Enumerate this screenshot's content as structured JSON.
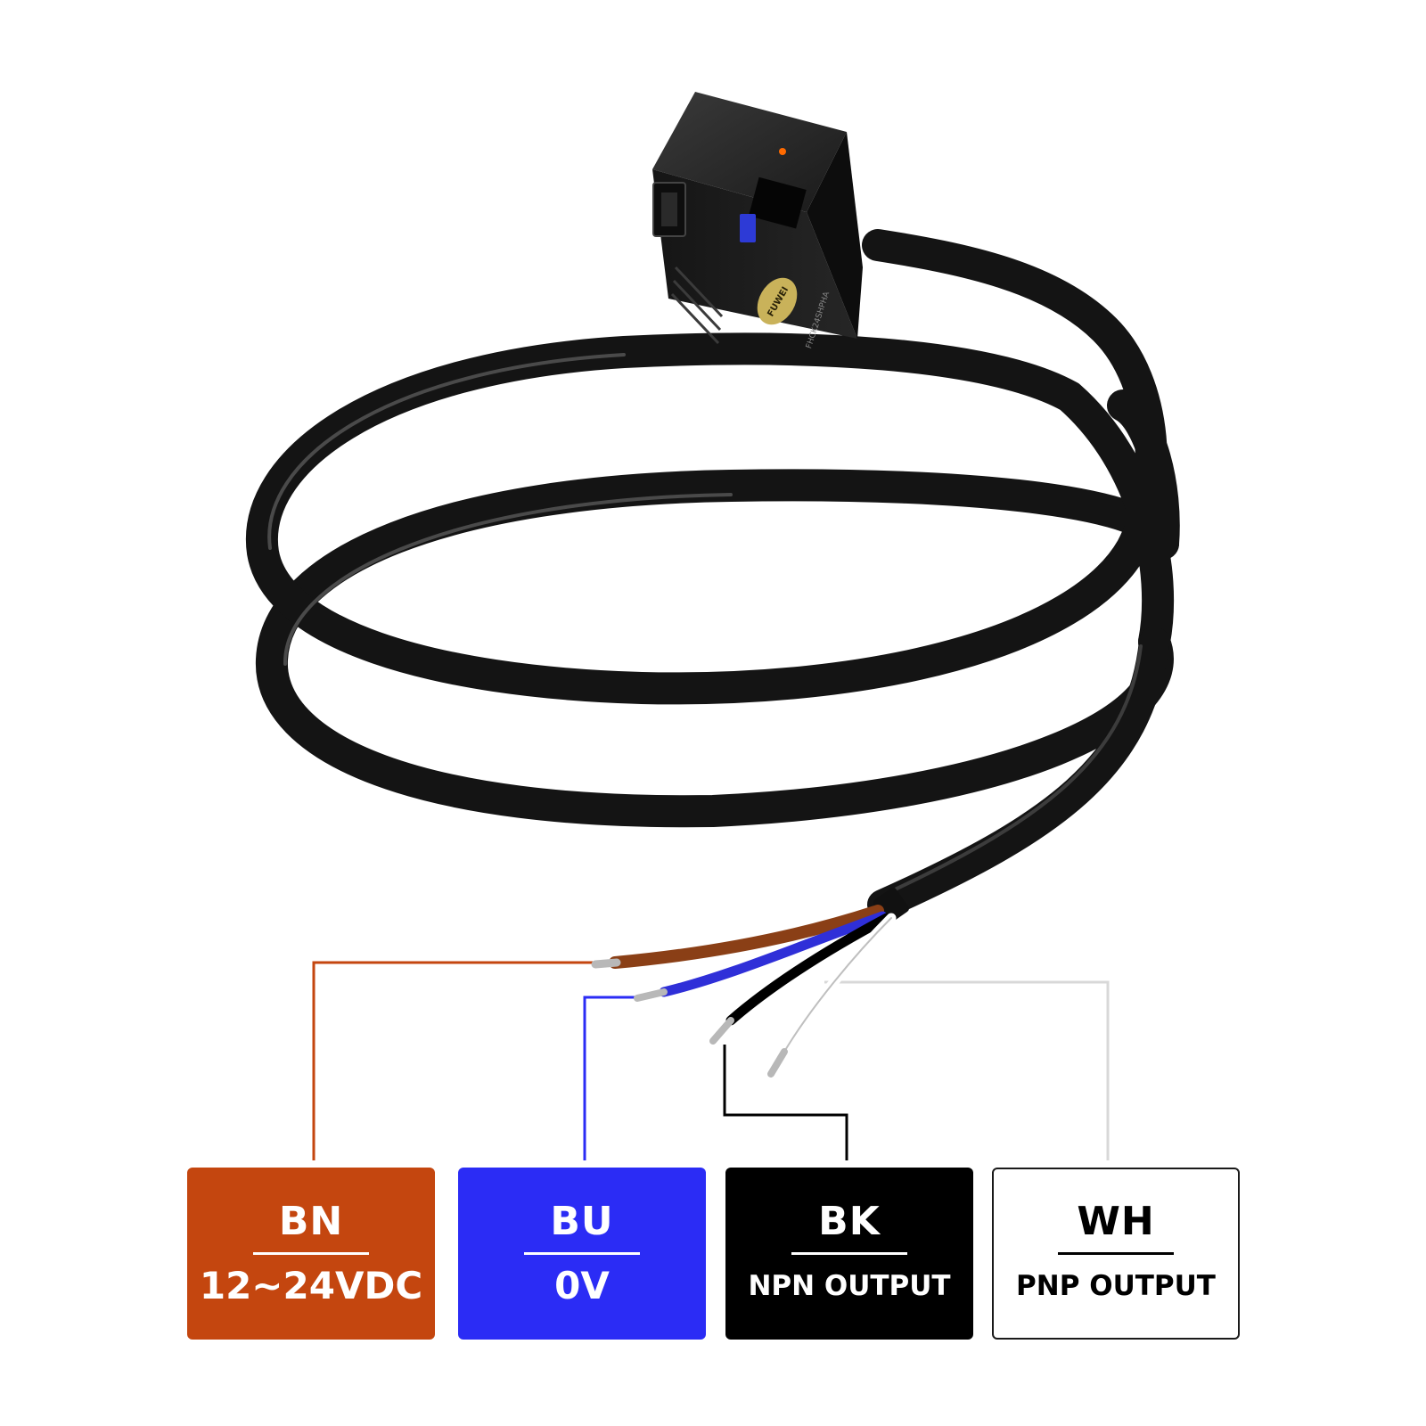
{
  "sensor": {
    "brand_text": "FUWEI",
    "model_text": "FHCK24SHPHA"
  },
  "wires": [
    {
      "code": "BN",
      "description": "12~24VDC",
      "color": "#c4460f"
    },
    {
      "code": "BU",
      "description": "0V",
      "color": "#2b2cf5"
    },
    {
      "code": "BK",
      "description": "NPN OUTPUT",
      "color": "#000000"
    },
    {
      "code": "WH",
      "description": "PNP OUTPUT",
      "color": "#ffffff"
    }
  ],
  "cable": {
    "color": "#141414"
  }
}
